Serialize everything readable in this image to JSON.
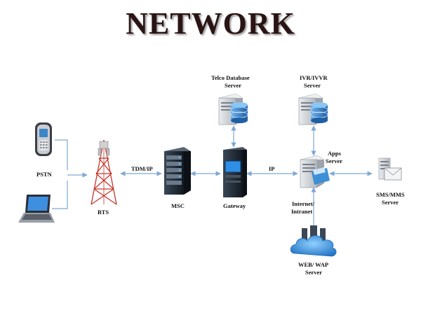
{
  "title": "NETWORK",
  "labels": {
    "pstn": "PSTN",
    "bts": "BTS",
    "tdm_ip": "TDM/IP",
    "msc": "MSC",
    "gateway": "Gateway",
    "ip": "IP",
    "telco_db_line1": "Telco Database",
    "telco_db_line2": "Server",
    "ivr_line1": "IVR/IVVR",
    "ivr_line2": "Server",
    "apps_line1": "Apps",
    "apps_line2": "Server",
    "sms_line1": "SMS/MMS",
    "sms_line2": "Server",
    "internet_line1": "Internet/",
    "internet_line2": "Intranet",
    "web_line1": "WEB/ WAP",
    "web_line2": "Server"
  },
  "colors": {
    "connector": "#7fa8d6",
    "server_blue": "#2d6fb5",
    "server_gray": "#c9cdd3",
    "rack_dark": "#1f2a36",
    "tower_red": "#c8362c",
    "cloud_blue": "#3d8fd6"
  }
}
